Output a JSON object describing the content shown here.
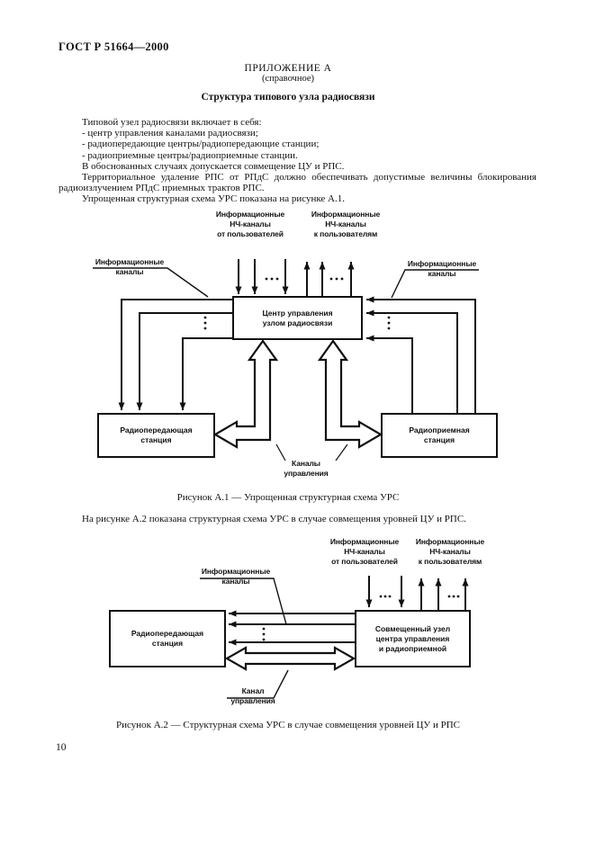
{
  "page": {
    "header": "ГОСТ Р 51664—2000",
    "page_number": "10"
  },
  "appendix": {
    "title": "ПРИЛОЖЕНИЕ А",
    "note": "(справочное)",
    "section_title": "Структура типового узла радиосвязи"
  },
  "body": {
    "lines": [
      "Типовой узел радиосвязи включает в себя:",
      "- центр управления каналами радиосвязи;",
      "- радиопередающие центры/радиопередающие станции;",
      "- радиоприемные центры/радиоприемные станции.",
      "В обоснованных случаях допускается совмещение ЦУ и РПС.",
      "Территориальное удаление РПС от РПдС должно обеспечивать допустимые величины блокирования",
      "радиоизлучением РПдС приемных трактов РПС.",
      "Упрощенная структурная схема УРС показана на рисунке А.1."
    ],
    "between_figures": "На рисунке А.2 показана структурная схема УРС в случае совмещения уровней ЦУ и РПС."
  },
  "figure_a1": {
    "caption": "Рисунок А.1 — Упрощенная структурная схема УРС",
    "labels": {
      "nf_from_users": "Информационные\nНЧ-каналы\nот пользователей",
      "nf_to_users": "Информационные\nНЧ-каналы\nк пользователям",
      "info_channels_left": "Информационные\nканалы",
      "info_channels_right": "Информационные\nканалы",
      "control_channels": "Каналы\nуправления"
    },
    "boxes": {
      "control_center": "Центр управления\nузлом радиосвязи",
      "transmit_station": "Радиопередающая\nстанция",
      "receive_station": "Радиоприемная\nстанция"
    }
  },
  "figure_a2": {
    "caption": "Рисунок А.2 — Структурная схема УРС в случае совмещения уровней ЦУ и РПС",
    "labels": {
      "nf_from_users": "Информационные\nНЧ-каналы\nот пользователей",
      "nf_to_users": "Информационные\nНЧ-каналы\nк пользователям",
      "info_channels": "Информационные\nканалы",
      "control_channel": "Канал\nуправления"
    },
    "boxes": {
      "transmit_station": "Радиопередающая\nстанция",
      "combined_node": "Совмещенный узел\nцентра управления\nи радиоприемной"
    }
  }
}
